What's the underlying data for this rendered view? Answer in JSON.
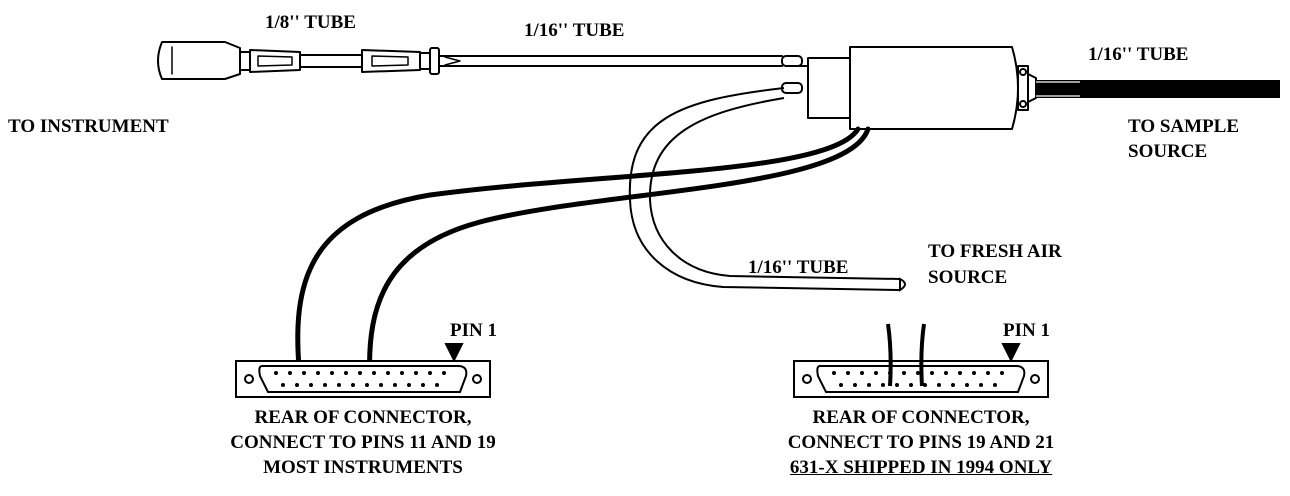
{
  "labels": {
    "tube_18": "1/8'' TUBE",
    "tube_116_top": "1/16'' TUBE",
    "tube_116_right": "1/16'' TUBE",
    "tube_116_fresh": "1/16'' TUBE",
    "to_instrument": "TO INSTRUMENT",
    "to_sample_1": "TO SAMPLE",
    "to_sample_2": "SOURCE",
    "to_fresh_1": "TO FRESH AIR",
    "to_fresh_2": "SOURCE",
    "pin1_left": "PIN 1",
    "pin1_right": "PIN 1"
  },
  "connector_left": {
    "line1": "REAR OF CONNECTOR,",
    "line2": "CONNECT TO PINS 11 AND 19",
    "line3": "MOST INSTRUMENTS"
  },
  "connector_right": {
    "line1": "REAR OF CONNECTOR,",
    "line2": "CONNECT TO PINS 19 AND 21",
    "line3": "631-X SHIPPED IN 1994 ONLY"
  },
  "colors": {
    "ink": "#000000",
    "paper": "#ffffff"
  }
}
